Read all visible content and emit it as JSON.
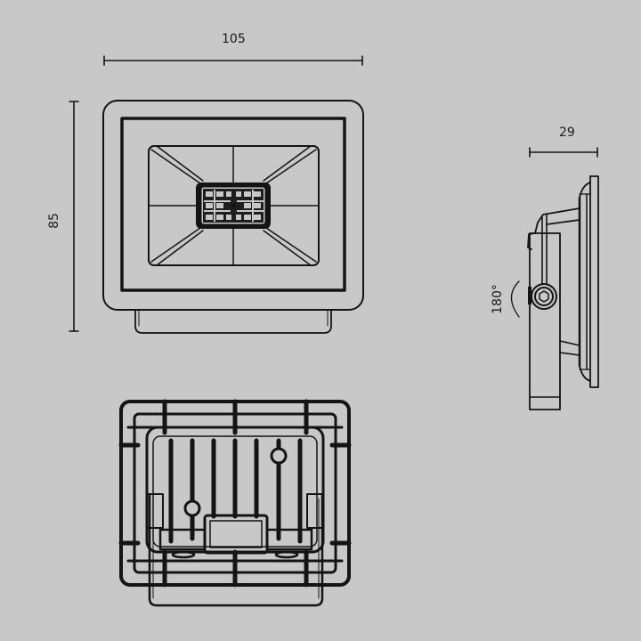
{
  "drawing": {
    "background_color": "#c8c8c8",
    "line_color": "#141414",
    "views": {
      "front": {
        "name": "front-view",
        "width_dimension": "105",
        "height_dimension": "85"
      },
      "side": {
        "name": "side-view",
        "depth_dimension": "29",
        "rotation_angle": "180°"
      },
      "rear": {
        "name": "rear-view"
      }
    }
  }
}
